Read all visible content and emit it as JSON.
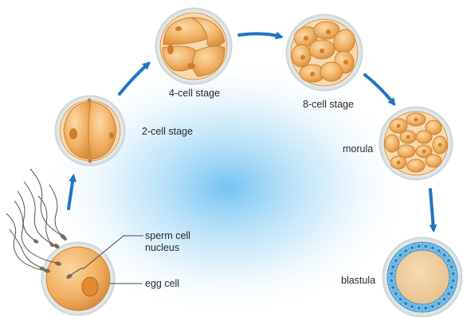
{
  "labels": {
    "two_cell": "2-cell stage",
    "four_cell": "4-cell stage",
    "eight_cell": "8-cell stage",
    "morula": "morula",
    "blastula": "blastula",
    "sperm_cell": "sperm cell",
    "nucleus": "nucleus",
    "egg_cell": "egg cell"
  },
  "colors": {
    "arrow": "#1f74c6",
    "cell_fill": "#f2b46a",
    "cell_edge": "#c98434",
    "shell": "#dfe6e6",
    "background_glow": "#79c4f2",
    "blastula_cells": "#7cc0e8"
  }
}
